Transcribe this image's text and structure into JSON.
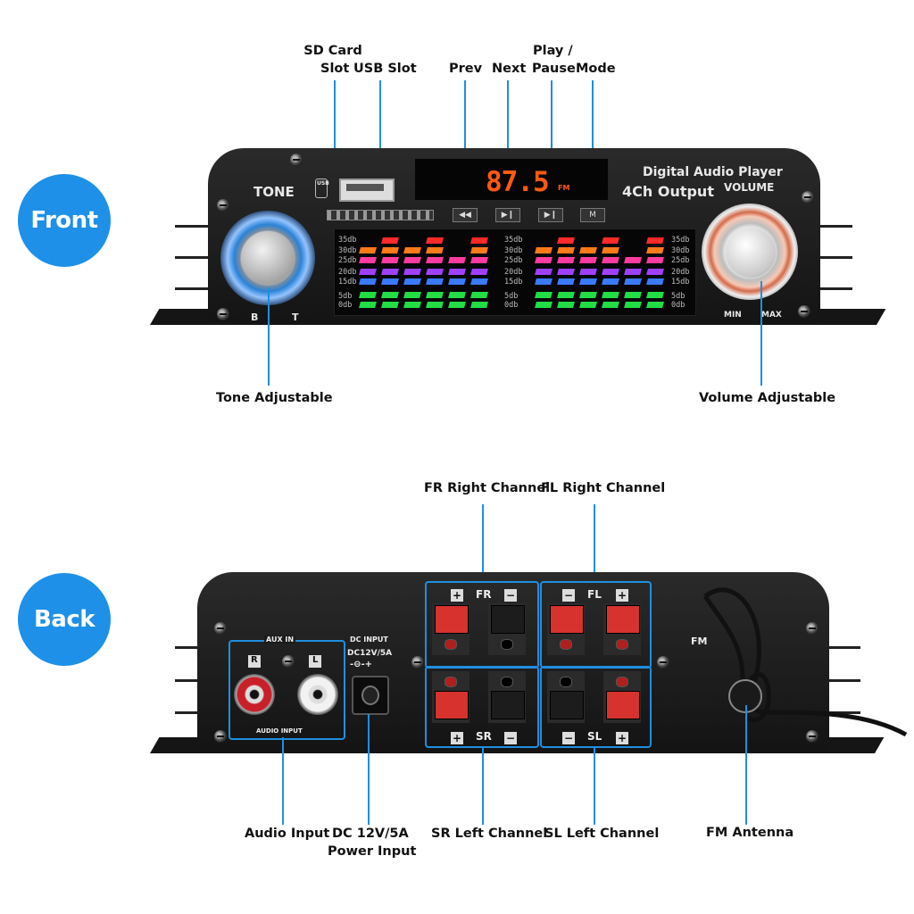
{
  "badges": {
    "front": "Front",
    "back": "Back"
  },
  "front": {
    "callouts": {
      "sd_card_slot": [
        "SD Card",
        "Slot"
      ],
      "usb_slot": "USB Slot",
      "prev": "Prev",
      "next": "Next",
      "play_pause": [
        "Play /",
        "Pause"
      ],
      "mode": "Mode",
      "tone_adjustable": "Tone Adjustable",
      "volume_adjustable": "Volume Adjustable"
    },
    "panel": {
      "tone": "TONE",
      "tone_b": "B",
      "tone_t": "T",
      "usb_mark": "USB",
      "display": "87.5",
      "display_band": "FM",
      "product_line1": "Digital Audio Player",
      "product_line2": "4Ch Output",
      "volume": "VOLUME",
      "vol_min": "MIN",
      "vol_max": "MAX",
      "db_labels": [
        "35db",
        "30db",
        "25db",
        "20db",
        "15db",
        "5db",
        "0db"
      ]
    }
  },
  "back": {
    "callouts": {
      "fr_right": "FR Right Channel",
      "fl_right": "FL Right Channel",
      "audio_input": "Audio Input",
      "dc_power": [
        "DC 12V/5A",
        "Power Input"
      ],
      "sr_left": "SR Left Channel",
      "sl_left": "SL Left Channel",
      "fm_antenna": "FM Antenna"
    },
    "panel": {
      "aux_in": "AUX IN",
      "audio_input_label": "AUDIO INPUT",
      "r": "R",
      "l": "L",
      "dc_input": "DC INPUT",
      "dc_rating": "DC12V/5A",
      "fr": "FR",
      "fl": "FL",
      "sr": "SR",
      "sl": "SL",
      "plus": "+",
      "minus": "−",
      "fm": "FM"
    }
  },
  "colors": {
    "accent": "#1e90e8",
    "terminal_red": "#d8322e",
    "led": "#ff5a12"
  }
}
